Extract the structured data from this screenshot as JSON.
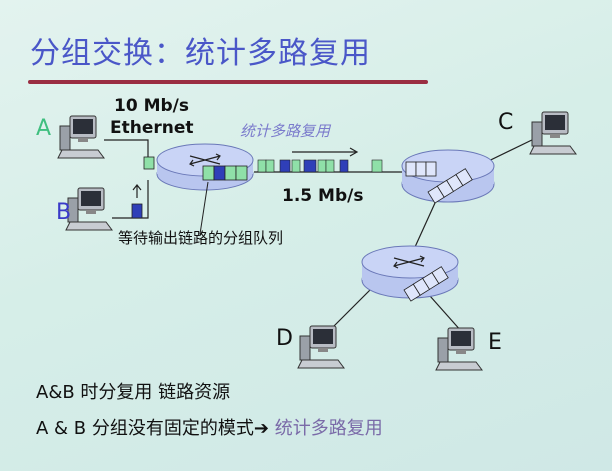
{
  "title": "分组交换：统计多路复用",
  "hosts": {
    "a": "A",
    "b": "B",
    "c": "C",
    "d": "D",
    "e": "E"
  },
  "link_rate_in": "10 Mb/s",
  "link_type_in": "Ethernet",
  "stat_mux_label": "统计多路复用",
  "link_rate_out": "1.5 Mb/s",
  "queue_label": "等待输出链路的分组队列",
  "bottom": {
    "line1": "A&B 时分复用 链路资源",
    "line2_prefix": "A & B 分组没有固定的模式",
    "line2_arrow": "➔",
    "line2_highlight": "统计多路复用"
  },
  "colors": {
    "title": "#4a57c8",
    "rule": "#9a2e42",
    "green_packet": "#8fe0a8",
    "blue_packet": "#2f3fb8",
    "router": "#b9c6ef",
    "host_a_label": "#3fbf7f",
    "host_b_label": "#3a3ac8"
  },
  "icons": [
    "computer-icon",
    "router-icon",
    "arrow-right-icon"
  ]
}
